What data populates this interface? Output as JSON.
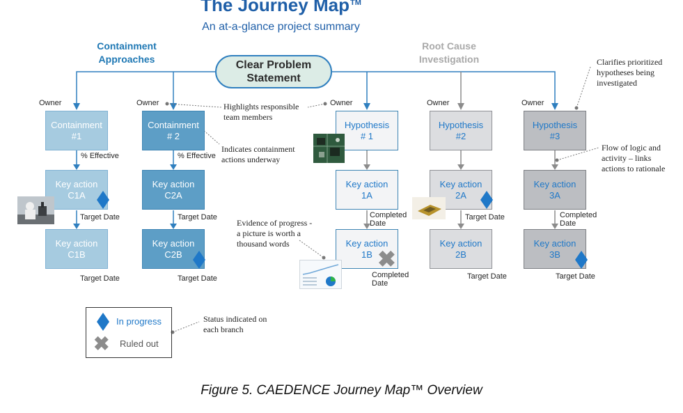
{
  "header": {
    "title": "The Journey Map",
    "title_mark": "TM",
    "subtitle": "An at-a-glance project summary"
  },
  "sections": {
    "containment": "Containment Approaches",
    "root_cause": "Root Cause Investigation"
  },
  "problem_statement": "Clear Problem Statement",
  "labels": {
    "owner": "Owner",
    "pct_effective": "% Effective",
    "target_date": "Target Date",
    "completed": "Completed",
    "date": "Date"
  },
  "branches": {
    "containment1": [
      "Containment",
      "#1"
    ],
    "containment2": [
      "Containment",
      "# 2"
    ],
    "c1a": [
      "Key action",
      "C1A"
    ],
    "c1b": [
      "Key action",
      "C1B"
    ],
    "c2a": [
      "Key action",
      "C2A"
    ],
    "c2b": [
      "Key action",
      "C2B"
    ],
    "hyp1": [
      "Hypothesis",
      "# 1"
    ],
    "hyp2": [
      "Hypothesis",
      "#2"
    ],
    "hyp3": [
      "Hypothesis",
      "#3"
    ],
    "a1a": [
      "Key action",
      "1A"
    ],
    "a1b": [
      "Key action",
      "1B"
    ],
    "a2a": [
      "Key action",
      "2A"
    ],
    "a2b": [
      "Key action",
      "2B"
    ],
    "a3a": [
      "Key action",
      "3A"
    ],
    "a3b": [
      "Key action",
      "3B"
    ]
  },
  "annotations": {
    "owners": [
      "Highlights responsible",
      "team members"
    ],
    "containment": [
      "Indicates containment",
      "actions underway"
    ],
    "evidence": [
      "Evidence of progress -",
      "a picture is worth a",
      "thousand words"
    ],
    "hypotheses": [
      "Clarifies prioritized",
      "hypotheses being",
      "investigated"
    ],
    "logic": [
      "Flow of logic and",
      "activity – links",
      "actions to rationale"
    ],
    "status": [
      "Status indicated on",
      "each branch"
    ]
  },
  "legend": {
    "in_progress": "In progress",
    "ruled_out": "Ruled out"
  },
  "caption": "Figure 5. CAEDENCE Journey Map™ Overview",
  "colors": {
    "accent_blue": "#1f78c8",
    "containment_light": "#a6cbe0",
    "containment_dark": "#5d9ec6",
    "grey_medium": "#dcdde0",
    "grey_dark": "#bcbec2"
  }
}
